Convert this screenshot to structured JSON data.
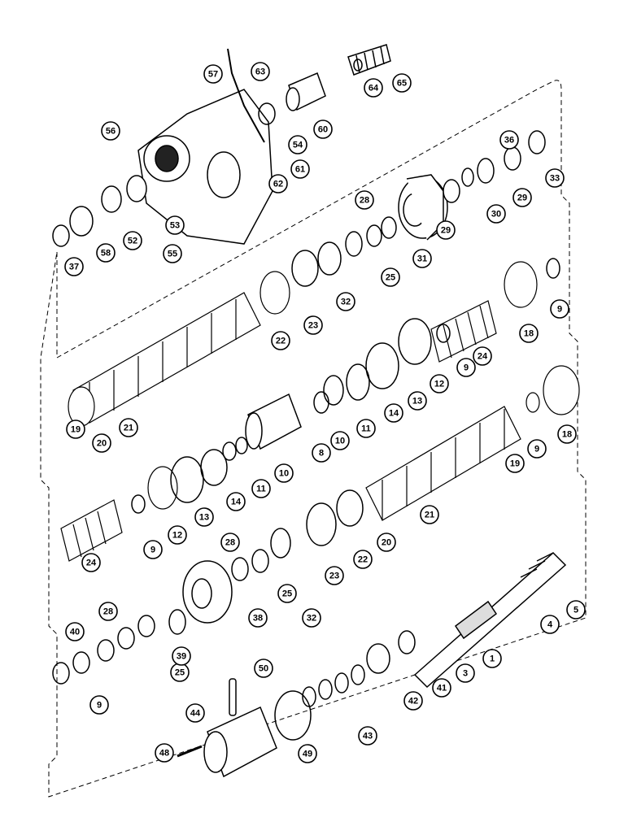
{
  "callouts": [
    {
      "id": "1",
      "label": "1"
    },
    {
      "id": "3",
      "label": "3"
    },
    {
      "id": "4",
      "label": "4"
    },
    {
      "id": "5",
      "label": "5"
    },
    {
      "id": "8",
      "label": "8"
    },
    {
      "id": "9a",
      "label": "9"
    },
    {
      "id": "9b",
      "label": "9"
    },
    {
      "id": "9c",
      "label": "9"
    },
    {
      "id": "9d",
      "label": "9"
    },
    {
      "id": "9e",
      "label": "9"
    },
    {
      "id": "10a",
      "label": "10"
    },
    {
      "id": "10b",
      "label": "10"
    },
    {
      "id": "11a",
      "label": "11"
    },
    {
      "id": "11b",
      "label": "11"
    },
    {
      "id": "12a",
      "label": "12"
    },
    {
      "id": "12b",
      "label": "12"
    },
    {
      "id": "13a",
      "label": "13"
    },
    {
      "id": "13b",
      "label": "13"
    },
    {
      "id": "14a",
      "label": "14"
    },
    {
      "id": "14b",
      "label": "14"
    },
    {
      "id": "18a",
      "label": "18"
    },
    {
      "id": "18b",
      "label": "18"
    },
    {
      "id": "19a",
      "label": "19"
    },
    {
      "id": "19b",
      "label": "19"
    },
    {
      "id": "20a",
      "label": "20"
    },
    {
      "id": "20b",
      "label": "20"
    },
    {
      "id": "21a",
      "label": "21"
    },
    {
      "id": "21b",
      "label": "21"
    },
    {
      "id": "22a",
      "label": "22"
    },
    {
      "id": "22b",
      "label": "22"
    },
    {
      "id": "23a",
      "label": "23"
    },
    {
      "id": "23b",
      "label": "23"
    },
    {
      "id": "24a",
      "label": "24"
    },
    {
      "id": "24b",
      "label": "24"
    },
    {
      "id": "25a",
      "label": "25"
    },
    {
      "id": "25b",
      "label": "25"
    },
    {
      "id": "25c",
      "label": "25"
    },
    {
      "id": "28a",
      "label": "28"
    },
    {
      "id": "28b",
      "label": "28"
    },
    {
      "id": "28c",
      "label": "28"
    },
    {
      "id": "29a",
      "label": "29"
    },
    {
      "id": "29b",
      "label": "29"
    },
    {
      "id": "30",
      "label": "30"
    },
    {
      "id": "31",
      "label": "31"
    },
    {
      "id": "32a",
      "label": "32"
    },
    {
      "id": "32b",
      "label": "32"
    },
    {
      "id": "33",
      "label": "33"
    },
    {
      "id": "36",
      "label": "36"
    },
    {
      "id": "37",
      "label": "37"
    },
    {
      "id": "38",
      "label": "38"
    },
    {
      "id": "39",
      "label": "39"
    },
    {
      "id": "40",
      "label": "40"
    },
    {
      "id": "41",
      "label": "41"
    },
    {
      "id": "42",
      "label": "42"
    },
    {
      "id": "43",
      "label": "43"
    },
    {
      "id": "44",
      "label": "44"
    },
    {
      "id": "48",
      "label": "48"
    },
    {
      "id": "49",
      "label": "49"
    },
    {
      "id": "50",
      "label": "50"
    },
    {
      "id": "52",
      "label": "52"
    },
    {
      "id": "53",
      "label": "53"
    },
    {
      "id": "54",
      "label": "54"
    },
    {
      "id": "55",
      "label": "55"
    },
    {
      "id": "56",
      "label": "56"
    },
    {
      "id": "57",
      "label": "57"
    },
    {
      "id": "58",
      "label": "58"
    },
    {
      "id": "60",
      "label": "60"
    },
    {
      "id": "61",
      "label": "61"
    },
    {
      "id": "62",
      "label": "62"
    },
    {
      "id": "63",
      "label": "63"
    },
    {
      "id": "64",
      "label": "64"
    },
    {
      "id": "65",
      "label": "65"
    }
  ],
  "colors": {
    "ink": "#000000",
    "paper": "#ffffff"
  }
}
